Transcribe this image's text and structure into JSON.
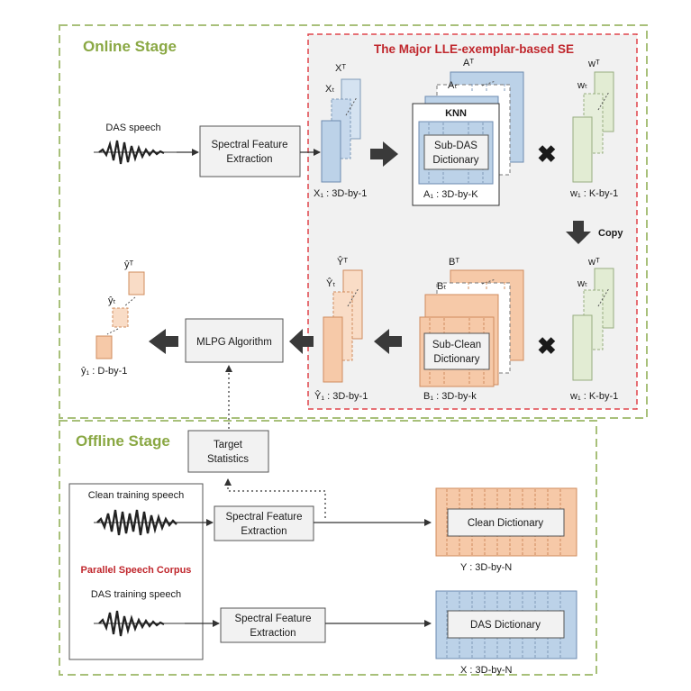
{
  "online": {
    "title": "Online Stage",
    "se_title": "The Major LLE-exemplar-based SE",
    "das_speech": "DAS speech",
    "sfe_line1": "Spectral Feature",
    "sfe_line2": "Extraction",
    "x_T": "Xᵀ",
    "x_t": "Xₜ",
    "x_1": "X₁ : 3D-by-1",
    "a_T": "Aᵀ",
    "a_t": "Aₜ",
    "a_1": "A₁ : 3D-by-K",
    "knn": "KNN",
    "subdas_line1": "Sub-DAS",
    "subdas_line2": "Dictionary",
    "w_T": "wᵀ",
    "w_t": "wₜ",
    "w_1": "w₁ : K-by-1",
    "copy": "Copy",
    "b_T": "Bᵀ",
    "b_t": "Bₜ",
    "b_1": "B₁ : 3D-by-k",
    "subclean_line1": "Sub-Clean",
    "subclean_line2": "Dictionary",
    "yh_T": "Ŷᵀ",
    "yh_t": "Ŷₜ",
    "yh_1": "Ŷ₁ : 3D-by-1",
    "mlpg": "MLPG Algorithm",
    "out_T": "ŷᵀ",
    "out_t": "ŷₜ",
    "out_1": "ŷ₁ : D-by-1",
    "w2_T": "wᵀ",
    "w2_t": "wₜ",
    "w2_1": "w₁ : K-by-1",
    "times": "✖"
  },
  "offline": {
    "title": "Offline Stage",
    "target_line1": "Target",
    "target_line2": "Statistics",
    "clean_training": "Clean training speech",
    "parallel": "Parallel Speech Corpus",
    "das_training": "DAS training speech",
    "sfe1_line1": "Spectral Feature",
    "sfe1_line2": "Extraction",
    "sfe2_line1": "Spectral Feature",
    "sfe2_line2": "Extraction",
    "clean_dict": "Clean Dictionary",
    "clean_dict_dim": "Υ : 3D-by-N",
    "das_dict": "DAS Dictionary",
    "das_dict_dim": "X : 3D-by-N"
  },
  "colors": {
    "stage_green": "#8aa844",
    "red": "#c0272d",
    "blue_fill": "#b3cbe3",
    "orange_fill": "#f6c9a8",
    "green_fill": "#e2ecd3"
  }
}
